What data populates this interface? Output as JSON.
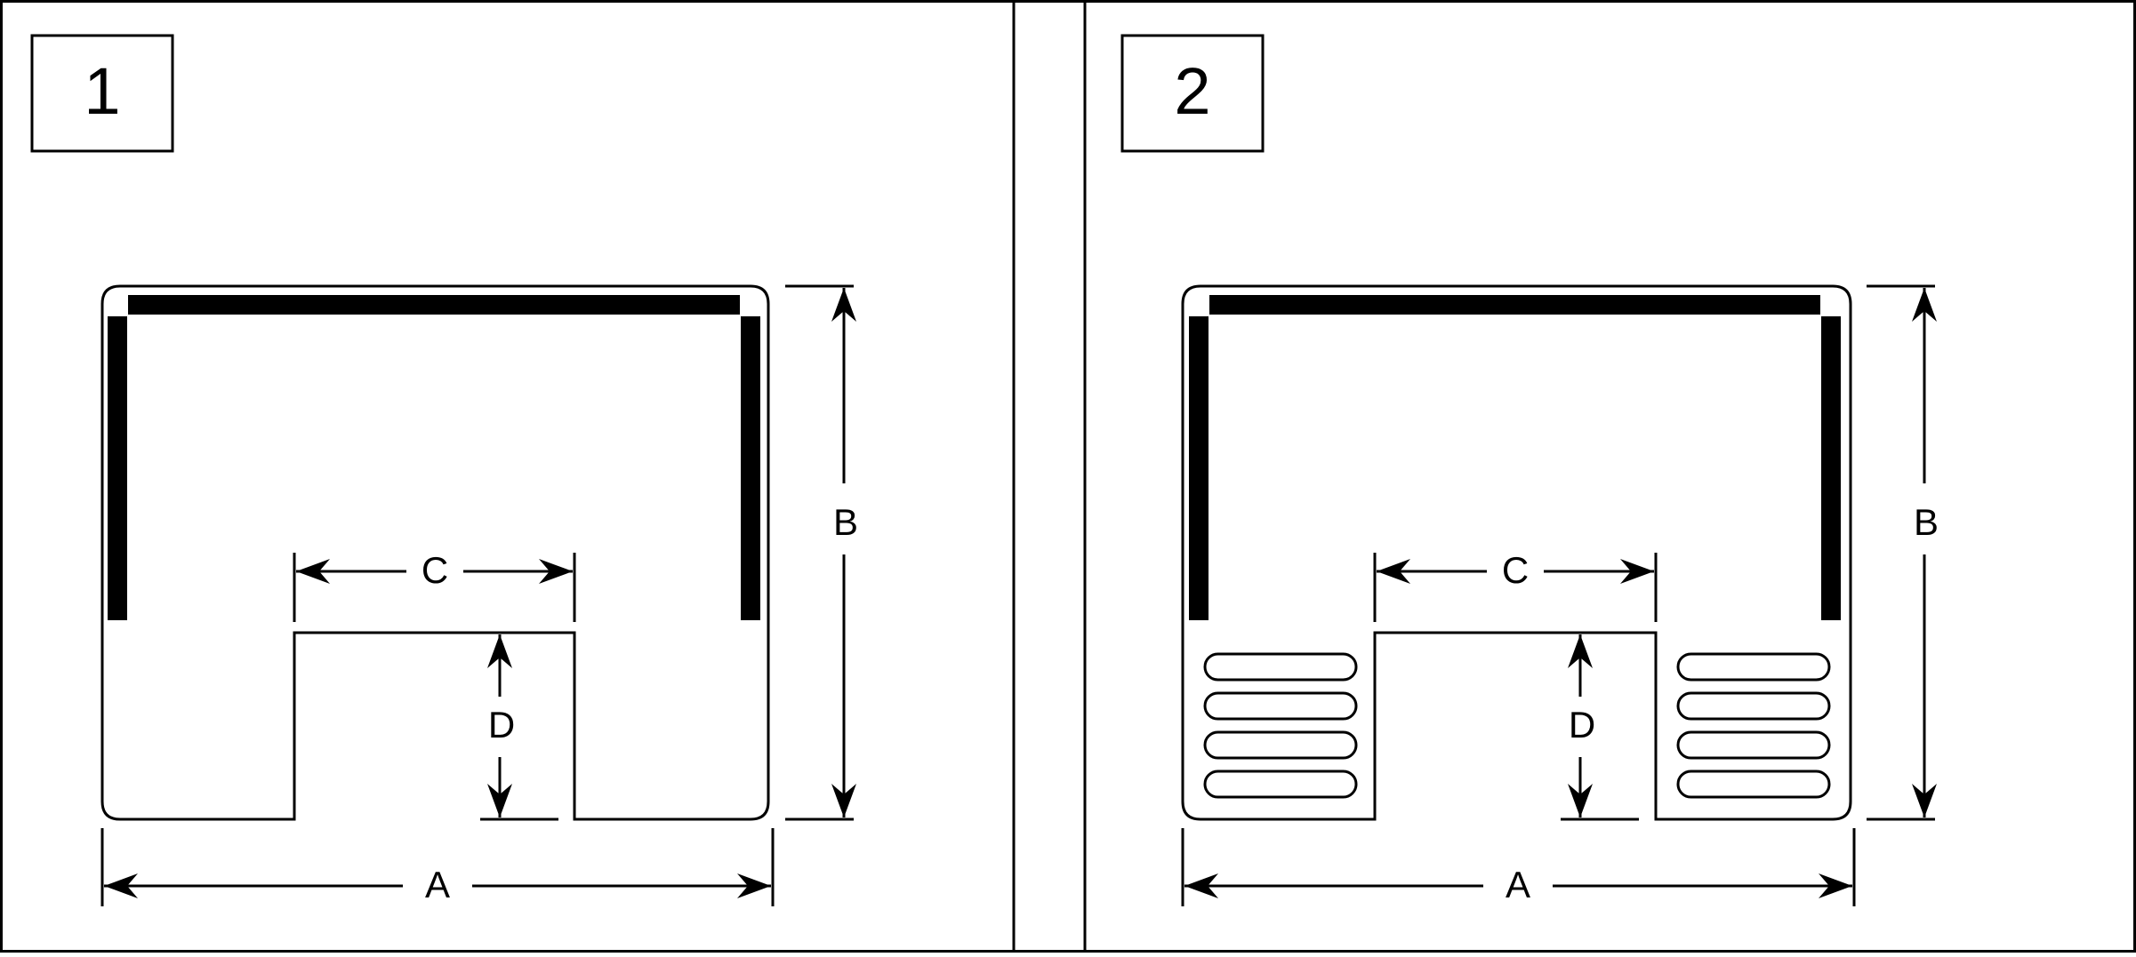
{
  "panels": [
    {
      "label": "1",
      "dims": {
        "a": "A",
        "b": "B",
        "c": "C",
        "d": "D"
      },
      "has_vents": false
    },
    {
      "label": "2",
      "dims": {
        "a": "A",
        "b": "B",
        "c": "C",
        "d": "D"
      },
      "has_vents": true
    }
  ],
  "colors": {
    "line": "#000000",
    "background": "#ffffff"
  }
}
